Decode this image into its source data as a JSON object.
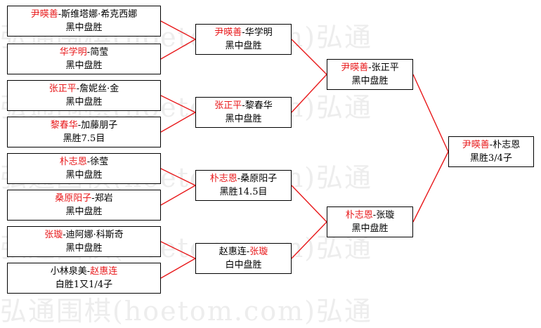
{
  "watermark": "弘通围棋(hoetom.com)弘通",
  "colors": {
    "winner": "#e8191b",
    "connector": "#e8191b",
    "text": "#000000",
    "border": "#000000"
  },
  "round1": [
    {
      "p1": "尹暎善",
      "p2": "斯维塔娜·希克西娜",
      "winner": 1,
      "result": "黑中盘胜"
    },
    {
      "p1": "华学明",
      "p2": "简莹",
      "winner": 1,
      "result": "黑中盘胜"
    },
    {
      "p1": "张正平",
      "p2": "詹妮丝·金",
      "winner": 1,
      "result": "黑中盘胜"
    },
    {
      "p1": "黎春华",
      "p2": "加藤朋子",
      "winner": 1,
      "result": "黑胜7.5目"
    },
    {
      "p1": "朴志恩",
      "p2": "徐莹",
      "winner": 1,
      "result": "黑中盘胜"
    },
    {
      "p1": "桑原阳子",
      "p2": "郑岩",
      "winner": 1,
      "result": "黑中盘胜"
    },
    {
      "p1": "张璇",
      "p2": "迪阿娜·科斯奇",
      "winner": 1,
      "result": "黑中盘胜"
    },
    {
      "p1": "小林泉美",
      "p2": "赵惠连",
      "winner": 2,
      "result": "白胜1又1/4子"
    }
  ],
  "round2": [
    {
      "p1": "尹暎善",
      "p2": "华学明",
      "winner": 1,
      "result": "黑中盘胜"
    },
    {
      "p1": "张正平",
      "p2": "黎春华",
      "winner": 1,
      "result": "黑中盘胜"
    },
    {
      "p1": "朴志恩",
      "p2": "桑原阳子",
      "winner": 1,
      "result": "黑胜14.5目"
    },
    {
      "p1": "赵惠连",
      "p2": "张璇",
      "winner": 2,
      "result": "白中盘胜"
    }
  ],
  "round3": [
    {
      "p1": "尹暎善",
      "p2": "张正平",
      "winner": 1,
      "result": "黑中盘胜"
    },
    {
      "p1": "朴志恩",
      "p2": "张璇",
      "winner": 1,
      "result": "黑中盘胜"
    }
  ],
  "final": [
    {
      "p1": "尹暎善",
      "p2": "朴志恩",
      "winner": 1,
      "result": "黑胜3/4子"
    }
  ]
}
